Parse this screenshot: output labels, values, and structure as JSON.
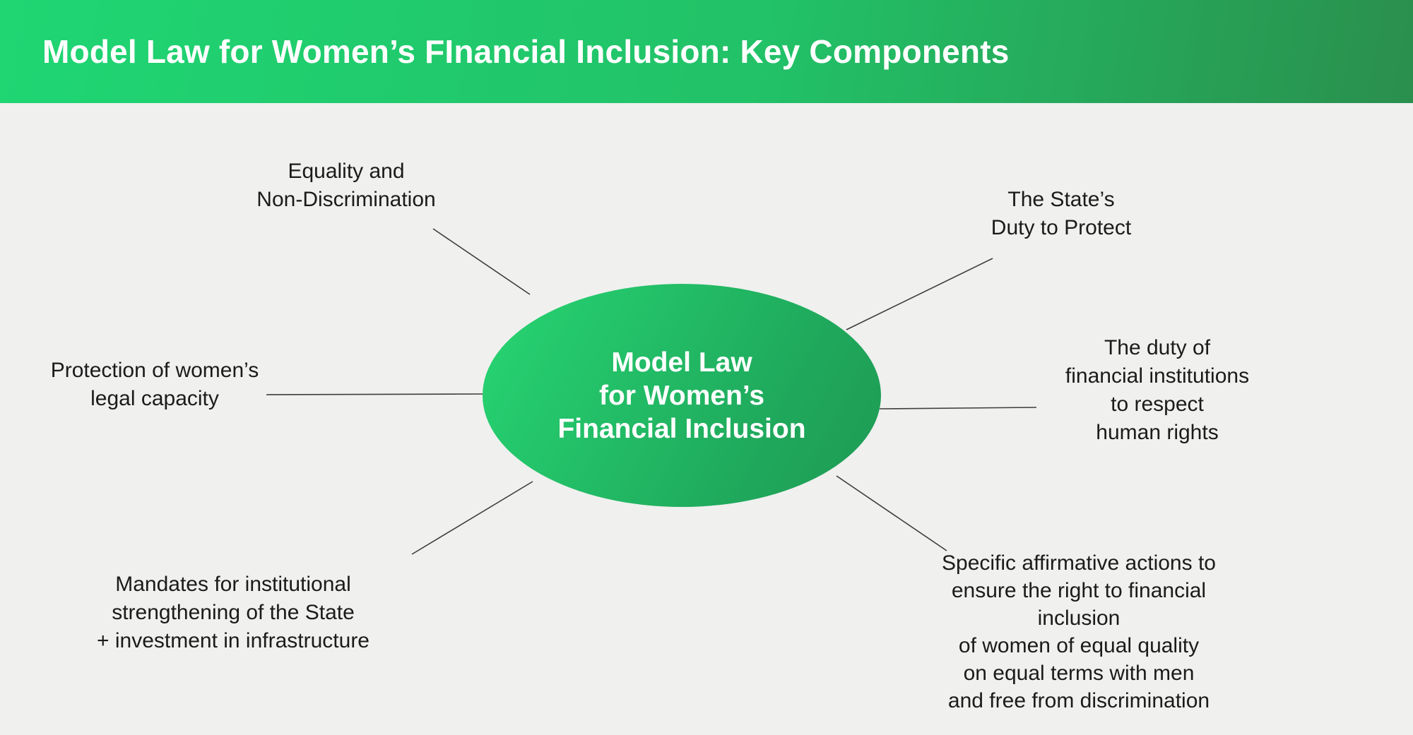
{
  "header": {
    "title": "Model Law for Women’s FInancial Inclusion: Key Components",
    "background_gradient_start": "#1fd673",
    "background_gradient_end": "#2a8f4d",
    "text_color": "#ffffff"
  },
  "diagram": {
    "center_node": {
      "label": "Model Law\nfor Women’s\nFinancial Inclusion",
      "gradient_start": "#27d673",
      "gradient_end": "#1f9a54",
      "text_color": "#ffffff"
    },
    "nodes": [
      {
        "id": "equality",
        "label": "Equality and\nNon-Discrimination"
      },
      {
        "id": "state-duty",
        "label": "The State’s\nDuty to Protect"
      },
      {
        "id": "legal-capacity",
        "label": "Protection of women’s\nlegal capacity"
      },
      {
        "id": "fi-duty",
        "label": "The duty of\nfinancial institutions\nto respect\nhuman rights"
      },
      {
        "id": "mandates",
        "label": "Mandates for institutional\nstrengthening of the State\n+ investment in infrastructure"
      },
      {
        "id": "affirmative",
        "label": "Specific affirmative actions to\nensure the right to financial inclusion\nof women of equal quality\non equal terms with men\nand free from discrimination"
      }
    ],
    "colors": {
      "background": "#f0f0ef",
      "connector_line": "#3d3d3d",
      "label_text": "#1b1b1b"
    }
  }
}
